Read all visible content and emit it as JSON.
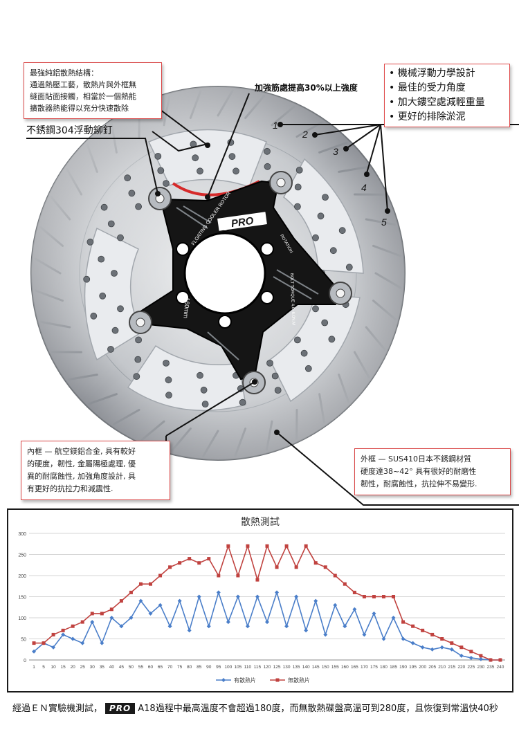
{
  "callouts": {
    "heat_structure": {
      "lines": [
        "最強純鋁散熱結構：",
        "通過熱壓工藝，散熱片與外框無",
        "縫面貼面接觸，相當於一個熱能",
        "擴散器熱能得以充分快速散除"
      ]
    },
    "rivet": "不銹鋼304浮動鉚釘",
    "rib": "加強筋處提高30%以上強度",
    "features": [
      "• 機械浮動力學設計",
      "• 最佳的受力角度",
      "• 加大鏤空處減輕重量",
      "• 更好的排除淤泥"
    ],
    "inner_frame": {
      "lines": [
        "內框 — 航空鎂鋁合金, 具有較好",
        "的硬度，韌性, 金屬陽極處理, 優",
        "異的耐腐蝕性, 加強角度設計, 具",
        "有更好的抗拉力和減震性."
      ]
    },
    "outer_frame": {
      "lines": [
        "外框 — SUS410日本不銹鋼材質",
        "硬度達38~42° 具有很好的耐磨性",
        "韌性，耐腐蝕性，抗拉伸不易變形."
      ]
    },
    "numbers": [
      "1",
      "2",
      "3",
      "4",
      "5"
    ]
  },
  "rotor": {
    "brand": "PRO",
    "text_arc": "FLOATING COOLER ROTOR",
    "text_rotation": "ROTATION",
    "text_torque": "BOLT TORQUE 4.0~6.0N.M",
    "size_label": "160mm",
    "colors": {
      "hub": "#151515",
      "disc": "#c9ccd0",
      "accent": "#d62a2a"
    }
  },
  "chart_data": {
    "type": "line",
    "title": "散熱測試",
    "x": [
      1,
      5,
      10,
      15,
      20,
      25,
      30,
      35,
      40,
      45,
      50,
      55,
      60,
      65,
      70,
      75,
      80,
      85,
      90,
      95,
      100,
      105,
      110,
      115,
      120,
      125,
      130,
      135,
      140,
      145,
      150,
      155,
      160,
      165,
      170,
      175,
      180,
      185,
      190,
      195,
      200,
      205,
      210,
      215,
      220,
      225,
      230,
      235,
      240
    ],
    "xlim": [
      1,
      240
    ],
    "ylim": [
      0,
      300
    ],
    "yticks": [
      0,
      50,
      100,
      150,
      200,
      250,
      300
    ],
    "grid": true,
    "legend_position": "bottom",
    "series": [
      {
        "name": "有散熱片",
        "color": "#4a7ec9",
        "values": [
          20,
          40,
          30,
          60,
          50,
          40,
          90,
          40,
          100,
          80,
          100,
          140,
          110,
          130,
          80,
          140,
          70,
          150,
          80,
          160,
          90,
          150,
          80,
          150,
          90,
          160,
          80,
          150,
          70,
          140,
          60,
          130,
          80,
          120,
          60,
          110,
          50,
          100,
          50,
          40,
          30,
          25,
          30,
          25,
          10,
          5,
          2,
          0,
          0
        ]
      },
      {
        "name": "無散熱片",
        "color": "#c0423f",
        "values": [
          40,
          40,
          60,
          70,
          80,
          90,
          110,
          110,
          120,
          140,
          160,
          180,
          180,
          200,
          220,
          230,
          240,
          230,
          240,
          200,
          270,
          200,
          270,
          190,
          270,
          220,
          270,
          220,
          270,
          230,
          220,
          200,
          180,
          160,
          150,
          150,
          150,
          150,
          90,
          80,
          70,
          60,
          50,
          40,
          30,
          20,
          10,
          0,
          0
        ]
      }
    ]
  },
  "footer": {
    "prefix": "經過ＥＮ實驗機測試，",
    "brand": "PRO",
    "suffix": "A18過程中最高溫度不會超過180度，而無散熱碟盤高溫可到280度，且恢復到常溫快40秒"
  }
}
